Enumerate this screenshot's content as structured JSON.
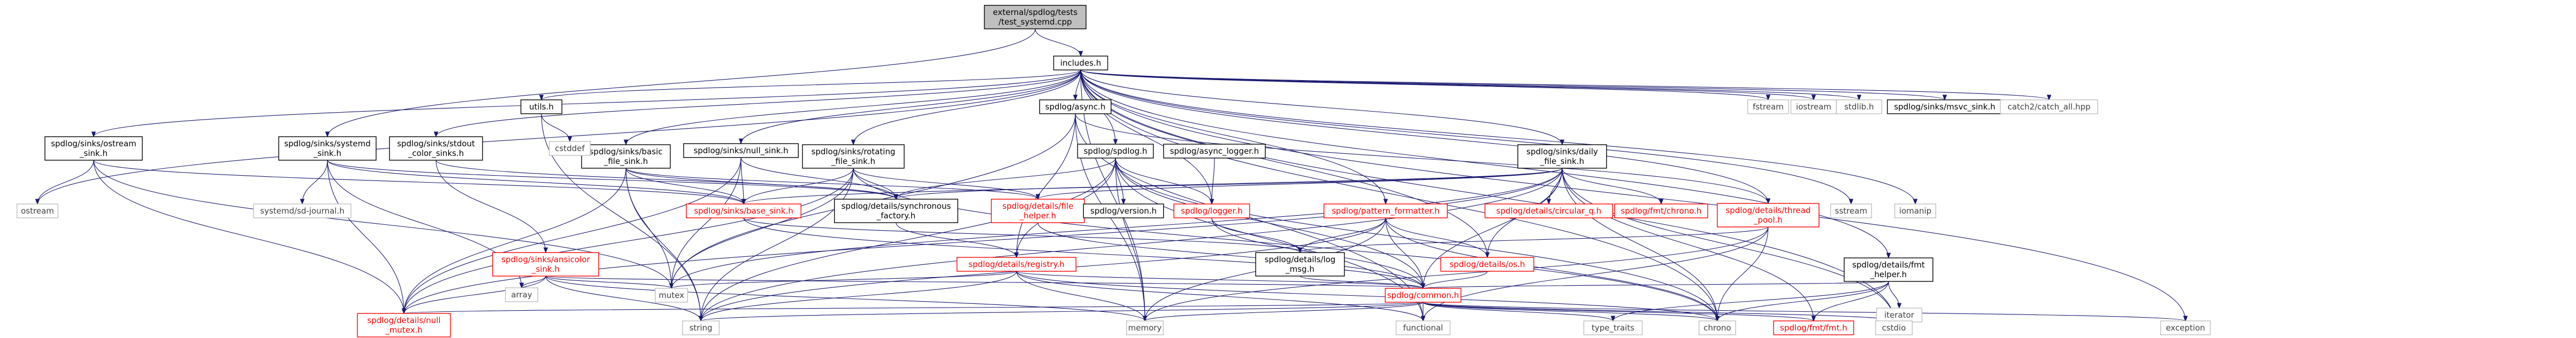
{
  "colors": {
    "edge": "#191970",
    "root_fill": "#bfbfbf",
    "node_fill": "#ffffff",
    "node_stroke": "#000000",
    "link_stroke": "#ff0000",
    "system_stroke": "#bfbfbf",
    "system_text": "#3f3f3f",
    "text": "#000000"
  },
  "nodes": [
    {
      "id": "root",
      "lines": [
        "external/spdlog/tests",
        "/test_systemd.cpp"
      ],
      "kind": "root"
    },
    {
      "id": "includes",
      "lines": [
        "includes.h"
      ],
      "kind": "file"
    },
    {
      "id": "ostream_sink",
      "lines": [
        "spdlog/sinks/ostream",
        "_sink.h"
      ],
      "kind": "file"
    },
    {
      "id": "systemd_sink",
      "lines": [
        "spdlog/sinks/systemd",
        "_sink.h"
      ],
      "kind": "file"
    },
    {
      "id": "stdout_color",
      "lines": [
        "spdlog/sinks/stdout",
        "_color_sinks.h"
      ],
      "kind": "file"
    },
    {
      "id": "utils",
      "lines": [
        "utils.h"
      ],
      "kind": "file"
    },
    {
      "id": "basic_file",
      "lines": [
        "spdlog/sinks/basic",
        "_file_sink.h"
      ],
      "kind": "file"
    },
    {
      "id": "null_sink",
      "lines": [
        "spdlog/sinks/null_sink.h"
      ],
      "kind": "file"
    },
    {
      "id": "rotating",
      "lines": [
        "spdlog/sinks/rotating",
        "_file_sink.h"
      ],
      "kind": "file"
    },
    {
      "id": "async",
      "lines": [
        "spdlog/async.h"
      ],
      "kind": "file"
    },
    {
      "id": "spdlog_h",
      "lines": [
        "spdlog/spdlog.h"
      ],
      "kind": "file"
    },
    {
      "id": "async_logger",
      "lines": [
        "spdlog/async_logger.h"
      ],
      "kind": "file"
    },
    {
      "id": "daily",
      "lines": [
        "spdlog/sinks/daily",
        "_file_sink.h"
      ],
      "kind": "file"
    },
    {
      "id": "fstream",
      "lines": [
        "fstream"
      ],
      "kind": "sys"
    },
    {
      "id": "iostream",
      "lines": [
        "iostream"
      ],
      "kind": "sys"
    },
    {
      "id": "stdlib",
      "lines": [
        "stdlib.h"
      ],
      "kind": "sys"
    },
    {
      "id": "msvc",
      "lines": [
        "spdlog/sinks/msvc_sink.h"
      ],
      "kind": "file"
    },
    {
      "id": "catch2",
      "lines": [
        "catch2/catch_all.hpp"
      ],
      "kind": "sys"
    },
    {
      "id": "ostream",
      "lines": [
        "ostream"
      ],
      "kind": "sys"
    },
    {
      "id": "systemd_journal",
      "lines": [
        "systemd/sd-journal.h"
      ],
      "kind": "sys"
    },
    {
      "id": "cstddef",
      "lines": [
        "cstddef"
      ],
      "kind": "sys"
    },
    {
      "id": "base_sink",
      "lines": [
        "spdlog/sinks/base_sink.h"
      ],
      "kind": "link"
    },
    {
      "id": "sync_factory",
      "lines": [
        "spdlog/details/synchronous",
        "_factory.h"
      ],
      "kind": "file"
    },
    {
      "id": "file_helper",
      "lines": [
        "spdlog/details/file",
        "_helper.h"
      ],
      "kind": "link"
    },
    {
      "id": "version",
      "lines": [
        "spdlog/version.h"
      ],
      "kind": "file"
    },
    {
      "id": "logger",
      "lines": [
        "spdlog/logger.h"
      ],
      "kind": "link"
    },
    {
      "id": "pattern",
      "lines": [
        "spdlog/pattern_formatter.h"
      ],
      "kind": "link"
    },
    {
      "id": "circular_q",
      "lines": [
        "spdlog/details/circular_q.h"
      ],
      "kind": "link"
    },
    {
      "id": "fmt_chrono",
      "lines": [
        "spdlog/fmt/chrono.h"
      ],
      "kind": "link"
    },
    {
      "id": "thread_pool",
      "lines": [
        "spdlog/details/thread",
        "_pool.h"
      ],
      "kind": "link"
    },
    {
      "id": "sstream",
      "lines": [
        "sstream"
      ],
      "kind": "sys"
    },
    {
      "id": "iomanip",
      "lines": [
        "iomanip"
      ],
      "kind": "sys"
    },
    {
      "id": "ansicolor",
      "lines": [
        "spdlog/sinks/ansicolor",
        "_sink.h"
      ],
      "kind": "link"
    },
    {
      "id": "registry",
      "lines": [
        "spdlog/details/registry.h"
      ],
      "kind": "link"
    },
    {
      "id": "log_msg",
      "lines": [
        "spdlog/details/log",
        "_msg.h"
      ],
      "kind": "file"
    },
    {
      "id": "os",
      "lines": [
        "spdlog/details/os.h"
      ],
      "kind": "link"
    },
    {
      "id": "fmt_helper",
      "lines": [
        "spdlog/details/fmt",
        "_helper.h"
      ],
      "kind": "file"
    },
    {
      "id": "array",
      "lines": [
        "array"
      ],
      "kind": "sys"
    },
    {
      "id": "mutex",
      "lines": [
        "mutex"
      ],
      "kind": "sys"
    },
    {
      "id": "common",
      "lines": [
        "spdlog/common.h"
      ],
      "kind": "link"
    },
    {
      "id": "iterator",
      "lines": [
        "iterator"
      ],
      "kind": "sys"
    },
    {
      "id": "null_mutex",
      "lines": [
        "spdlog/details/null",
        "_mutex.h"
      ],
      "kind": "link"
    },
    {
      "id": "string",
      "lines": [
        "string"
      ],
      "kind": "sys"
    },
    {
      "id": "memory",
      "lines": [
        "memory"
      ],
      "kind": "sys"
    },
    {
      "id": "functional",
      "lines": [
        "functional"
      ],
      "kind": "sys"
    },
    {
      "id": "type_traits",
      "lines": [
        "type_traits"
      ],
      "kind": "sys"
    },
    {
      "id": "chrono",
      "lines": [
        "chrono"
      ],
      "kind": "sys"
    },
    {
      "id": "fmt_fmt",
      "lines": [
        "spdlog/fmt/fmt.h"
      ],
      "kind": "link"
    },
    {
      "id": "cstdio",
      "lines": [
        "cstdio"
      ],
      "kind": "sys"
    },
    {
      "id": "exception",
      "lines": [
        "exception"
      ],
      "kind": "sys"
    }
  ],
  "edges": [
    [
      "root",
      "includes"
    ],
    [
      "root",
      "systemd_sink"
    ],
    [
      "includes",
      "ostream_sink"
    ],
    [
      "includes",
      "stdout_color"
    ],
    [
      "includes",
      "utils"
    ],
    [
      "includes",
      "basic_file"
    ],
    [
      "includes",
      "null_sink"
    ],
    [
      "includes",
      "rotating"
    ],
    [
      "includes",
      "async"
    ],
    [
      "includes",
      "spdlog_h"
    ],
    [
      "includes",
      "daily"
    ],
    [
      "includes",
      "fstream"
    ],
    [
      "includes",
      "iostream"
    ],
    [
      "includes",
      "stdlib"
    ],
    [
      "includes",
      "msvc"
    ],
    [
      "includes",
      "catch2"
    ],
    [
      "includes",
      "ostream"
    ],
    [
      "includes",
      "sstream"
    ],
    [
      "includes",
      "iomanip"
    ],
    [
      "includes",
      "chrono"
    ],
    [
      "includes",
      "exception"
    ],
    [
      "includes",
      "cstdio"
    ],
    [
      "includes",
      "fmt_helper"
    ],
    [
      "includes",
      "pattern"
    ],
    [
      "includes",
      "thread_pool"
    ],
    [
      "includes",
      "os"
    ],
    [
      "includes",
      "memory"
    ],
    [
      "includes",
      "logger"
    ],
    [
      "ostream_sink",
      "ostream"
    ],
    [
      "ostream_sink",
      "base_sink"
    ],
    [
      "ostream_sink",
      "null_mutex"
    ],
    [
      "ostream_sink",
      "mutex"
    ],
    [
      "systemd_sink",
      "systemd_journal"
    ],
    [
      "systemd_sink",
      "base_sink"
    ],
    [
      "systemd_sink",
      "null_mutex"
    ],
    [
      "systemd_sink",
      "array"
    ],
    [
      "systemd_sink",
      "sync_factory"
    ],
    [
      "stdout_color",
      "ansicolor"
    ],
    [
      "stdout_color",
      "sync_factory"
    ],
    [
      "utils",
      "cstddef"
    ],
    [
      "utils",
      "string"
    ],
    [
      "basic_file",
      "base_sink"
    ],
    [
      "basic_file",
      "file_helper"
    ],
    [
      "basic_file",
      "null_mutex"
    ],
    [
      "basic_file",
      "sync_factory"
    ],
    [
      "basic_file",
      "mutex"
    ],
    [
      "basic_file",
      "string"
    ],
    [
      "null_sink",
      "base_sink"
    ],
    [
      "null_sink",
      "null_mutex"
    ],
    [
      "null_sink",
      "sync_factory"
    ],
    [
      "null_sink",
      "mutex"
    ],
    [
      "rotating",
      "base_sink"
    ],
    [
      "rotating",
      "file_helper"
    ],
    [
      "rotating",
      "null_mutex"
    ],
    [
      "rotating",
      "sync_factory"
    ],
    [
      "rotating",
      "chrono"
    ],
    [
      "rotating",
      "mutex"
    ],
    [
      "rotating",
      "string"
    ],
    [
      "async",
      "registry"
    ],
    [
      "async",
      "thread_pool"
    ],
    [
      "async",
      "memory"
    ],
    [
      "async",
      "mutex"
    ],
    [
      "async",
      "functional"
    ],
    [
      "spdlog_h",
      "common"
    ],
    [
      "spdlog_h",
      "registry"
    ],
    [
      "spdlog_h",
      "logger"
    ],
    [
      "spdlog_h",
      "version"
    ],
    [
      "spdlog_h",
      "sync_factory"
    ],
    [
      "spdlog_h",
      "chrono"
    ],
    [
      "spdlog_h",
      "functional"
    ],
    [
      "spdlog_h",
      "memory"
    ],
    [
      "spdlog_h",
      "string"
    ],
    [
      "async_logger",
      "logger"
    ],
    [
      "daily",
      "common"
    ],
    [
      "daily",
      "file_helper"
    ],
    [
      "daily",
      "null_mutex"
    ],
    [
      "daily",
      "fmt_fmt"
    ],
    [
      "daily",
      "fmt_chrono"
    ],
    [
      "daily",
      "base_sink"
    ],
    [
      "daily",
      "os"
    ],
    [
      "daily",
      "circular_q"
    ],
    [
      "daily",
      "sync_factory"
    ],
    [
      "daily",
      "chrono"
    ],
    [
      "daily",
      "cstdio"
    ],
    [
      "daily",
      "ctime"
    ],
    [
      "daily",
      "mutex"
    ],
    [
      "daily",
      "string"
    ],
    [
      "base_sink",
      "common"
    ],
    [
      "base_sink",
      "log_msg"
    ],
    [
      "sync_factory",
      "registry"
    ],
    [
      "file_helper",
      "common"
    ],
    [
      "logger",
      "common"
    ],
    [
      "logger",
      "log_msg"
    ],
    [
      "pattern",
      "common"
    ],
    [
      "pattern",
      "log_msg"
    ],
    [
      "pattern",
      "os"
    ],
    [
      "pattern",
      "chrono"
    ],
    [
      "pattern",
      "memory"
    ],
    [
      "pattern",
      "string"
    ],
    [
      "thread_pool",
      "log_msg"
    ],
    [
      "thread_pool",
      "chrono"
    ],
    [
      "thread_pool",
      "memory"
    ],
    [
      "thread_pool",
      "functional"
    ],
    [
      "ansicolor",
      "common"
    ],
    [
      "ansicolor",
      "null_mutex"
    ],
    [
      "ansicolor",
      "array"
    ],
    [
      "ansicolor",
      "memory"
    ],
    [
      "ansicolor",
      "mutex"
    ],
    [
      "ansicolor",
      "string"
    ],
    [
      "registry",
      "common"
    ],
    [
      "registry",
      "chrono"
    ],
    [
      "registry",
      "functional"
    ],
    [
      "registry",
      "memory"
    ],
    [
      "registry",
      "string"
    ],
    [
      "registry",
      "mutex"
    ],
    [
      "log_msg",
      "common"
    ],
    [
      "os",
      "common"
    ],
    [
      "fmt_helper",
      "chrono"
    ],
    [
      "fmt_helper",
      "type_traits"
    ],
    [
      "fmt_helper",
      "iterator"
    ],
    [
      "fmt_helper",
      "fmt_fmt"
    ],
    [
      "fmt_helper",
      "common"
    ],
    [
      "common",
      "null_mutex"
    ],
    [
      "common",
      "chrono"
    ],
    [
      "common",
      "memory"
    ],
    [
      "common",
      "exception"
    ],
    [
      "common",
      "string"
    ],
    [
      "common",
      "type_traits"
    ],
    [
      "common",
      "functional"
    ],
    [
      "common",
      "cstdio"
    ],
    [
      "common",
      "fmt_fmt"
    ]
  ]
}
